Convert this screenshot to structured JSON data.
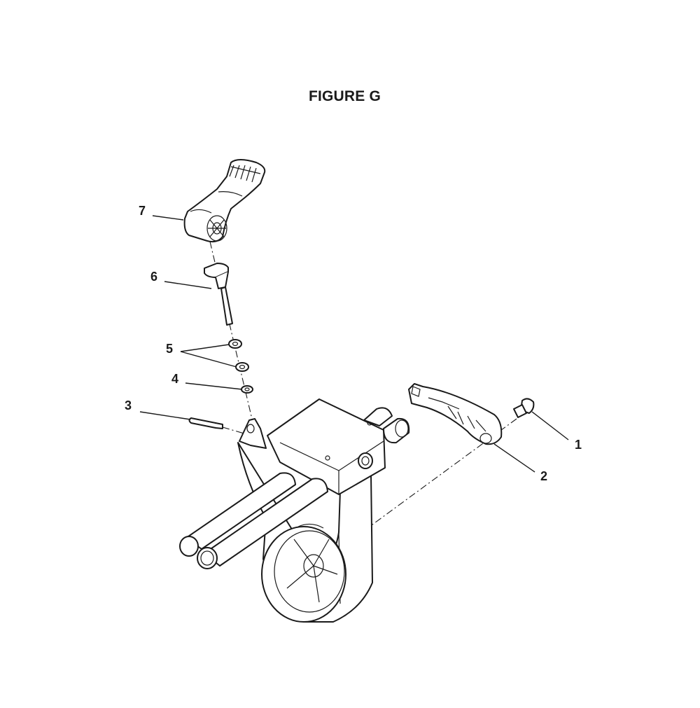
{
  "figure": {
    "title": "FIGURE G"
  },
  "callouts": [
    "1",
    "2",
    "3",
    "4",
    "5",
    "6",
    "7"
  ]
}
